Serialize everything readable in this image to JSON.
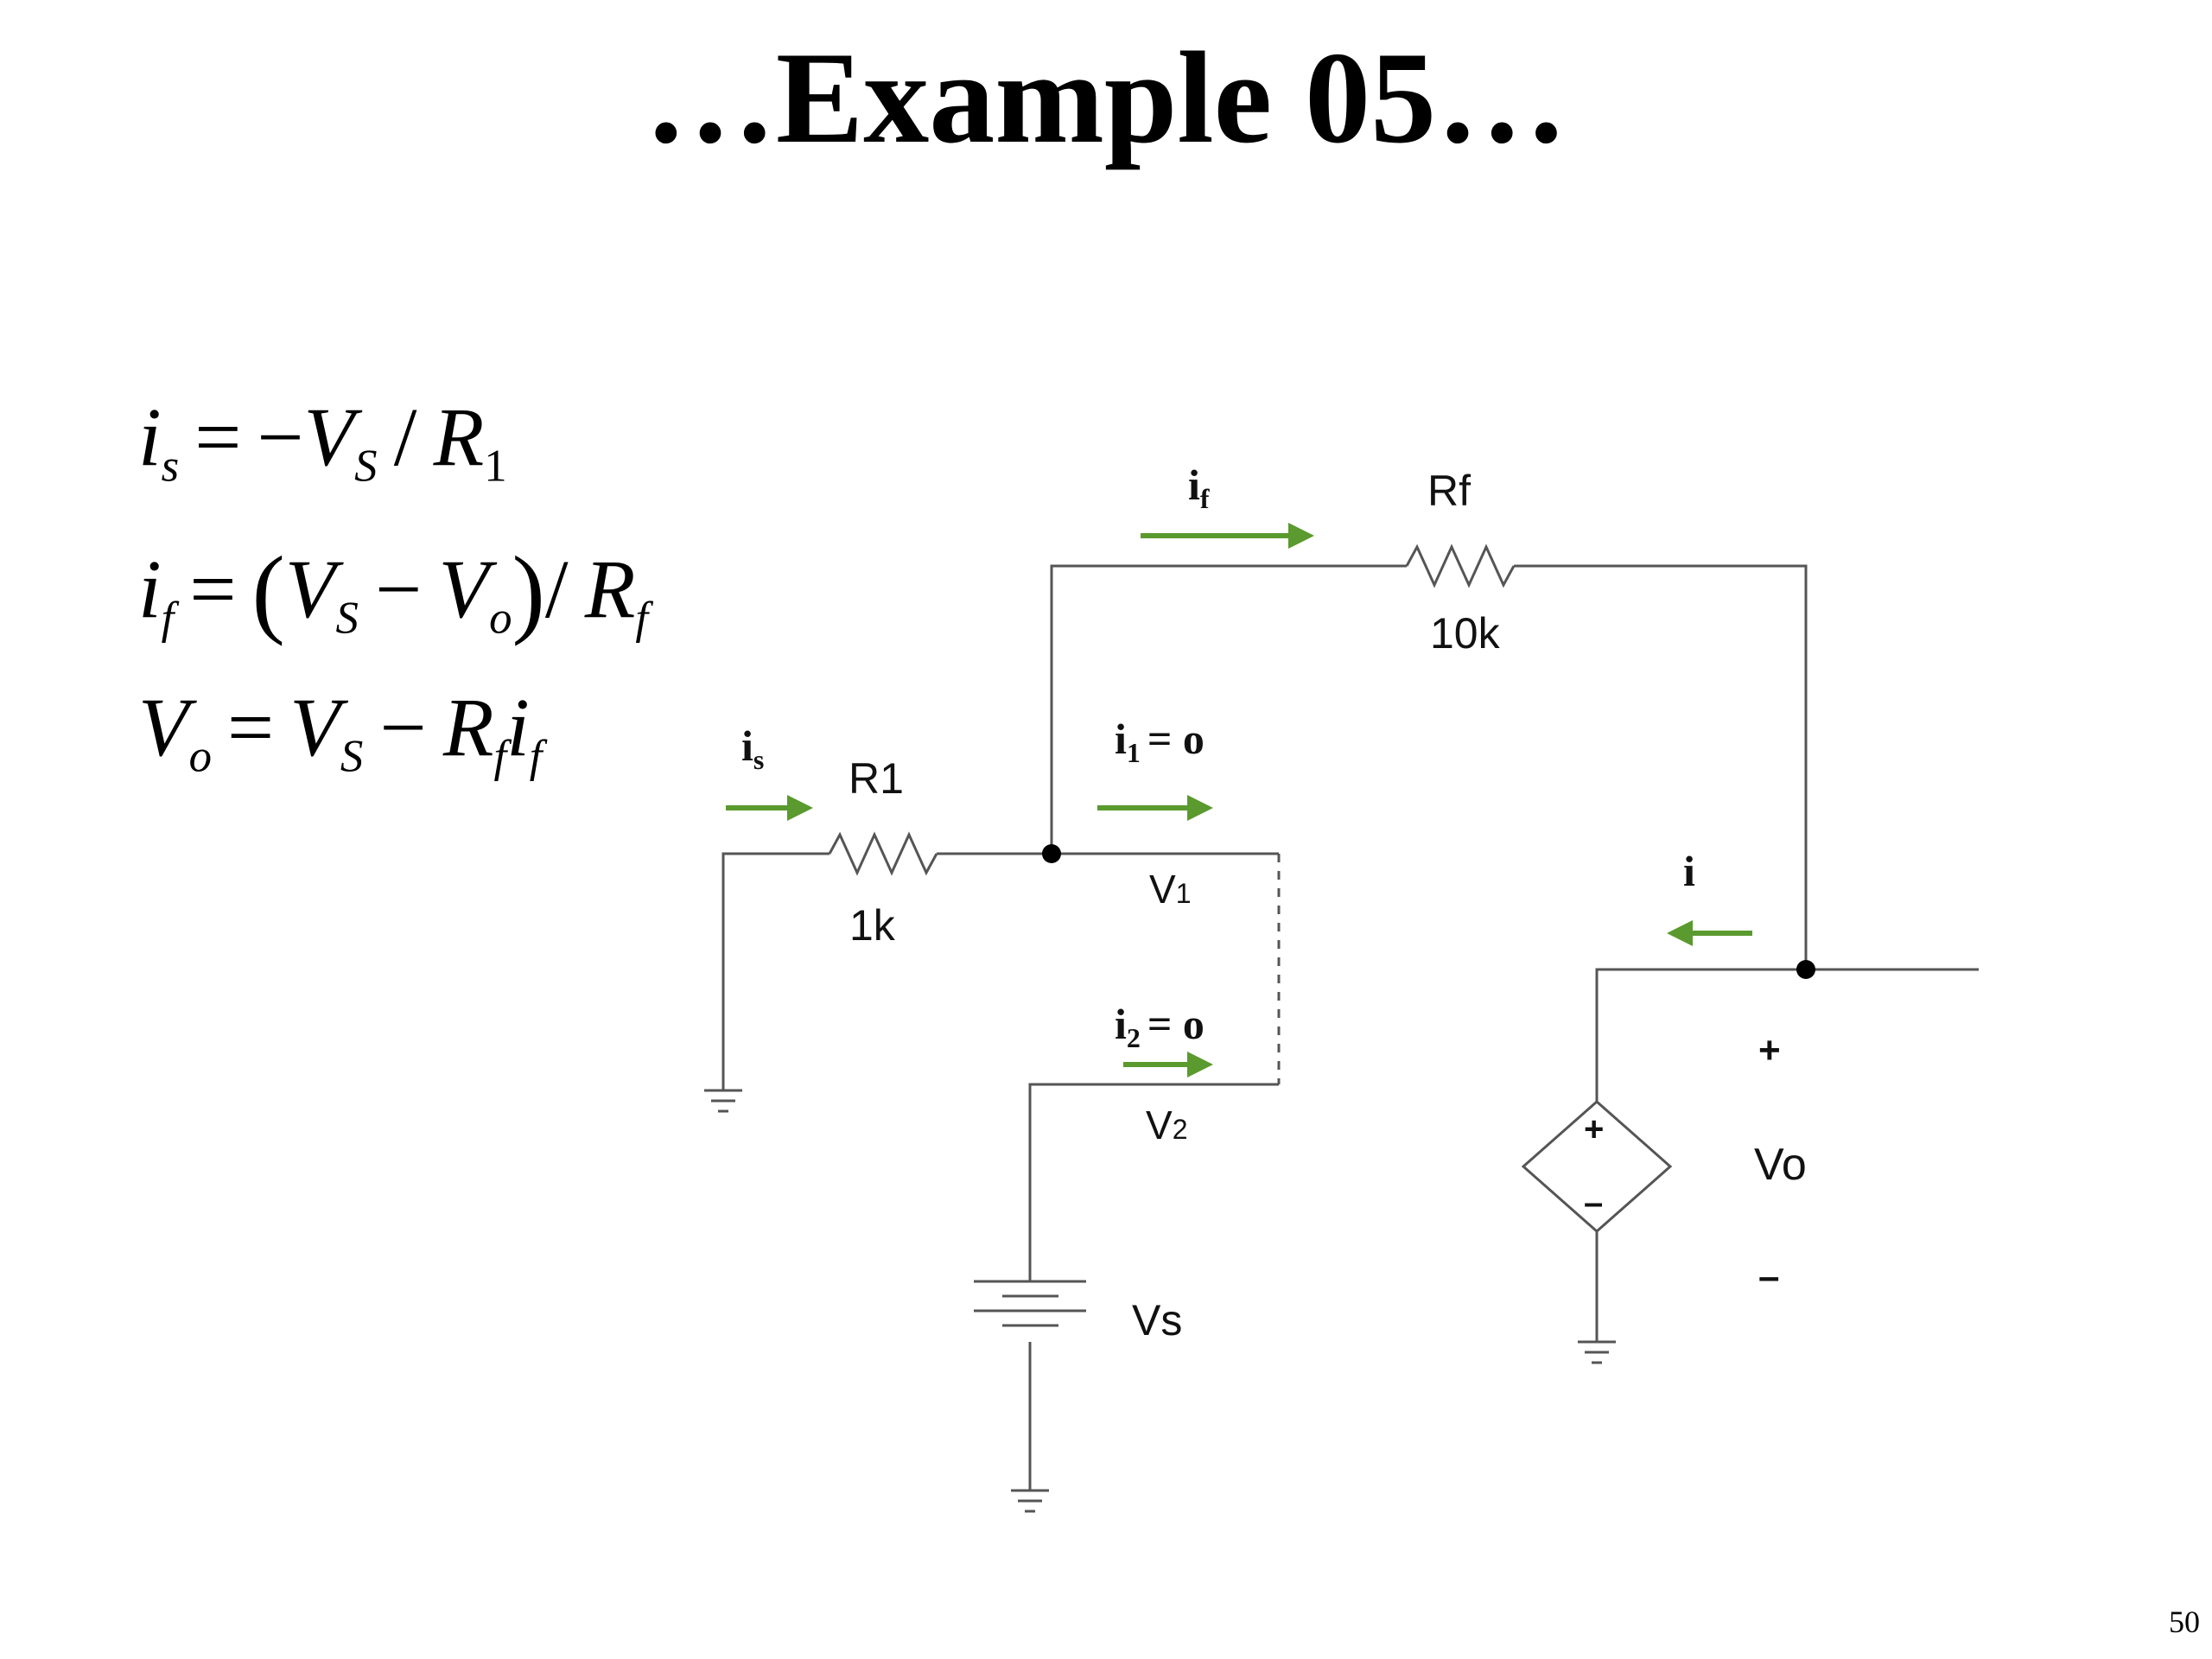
{
  "slide": {
    "title": "…Example 05…",
    "page_number": "50"
  },
  "equations": [
    {
      "lhs": "i",
      "lhs_sub": "s",
      "rhs": "−V_S / R_1"
    },
    {
      "lhs": "i",
      "lhs_sub": "f",
      "rhs": "(V_S − V_o) / R_f"
    },
    {
      "lhs": "V",
      "lhs_sub": "o",
      "rhs": "V_S − R_f i_f"
    }
  ],
  "circuit": {
    "r1_name": "R1",
    "r1_value": "1k",
    "rf_name": "Rf",
    "rf_value": "10k",
    "is_label": "i",
    "is_sub": "s",
    "if_label": "i",
    "if_sub": "f",
    "i1_label": "i",
    "i1_sub": "1",
    "i1_value": "= o",
    "i2_label": "i",
    "i2_sub": "2",
    "i2_value": "= o",
    "i_label": "i",
    "v1_label": "V",
    "v1_sub": "1",
    "v2_label": "V",
    "v2_sub": "2",
    "vs_label": "Vs",
    "vo_label": "Vo",
    "vo_plus": "+",
    "vo_minus": "–",
    "dep_plus": "+",
    "dep_minus": "–"
  },
  "colors": {
    "arrow": "#5a9a2e",
    "wire": "#555555"
  }
}
